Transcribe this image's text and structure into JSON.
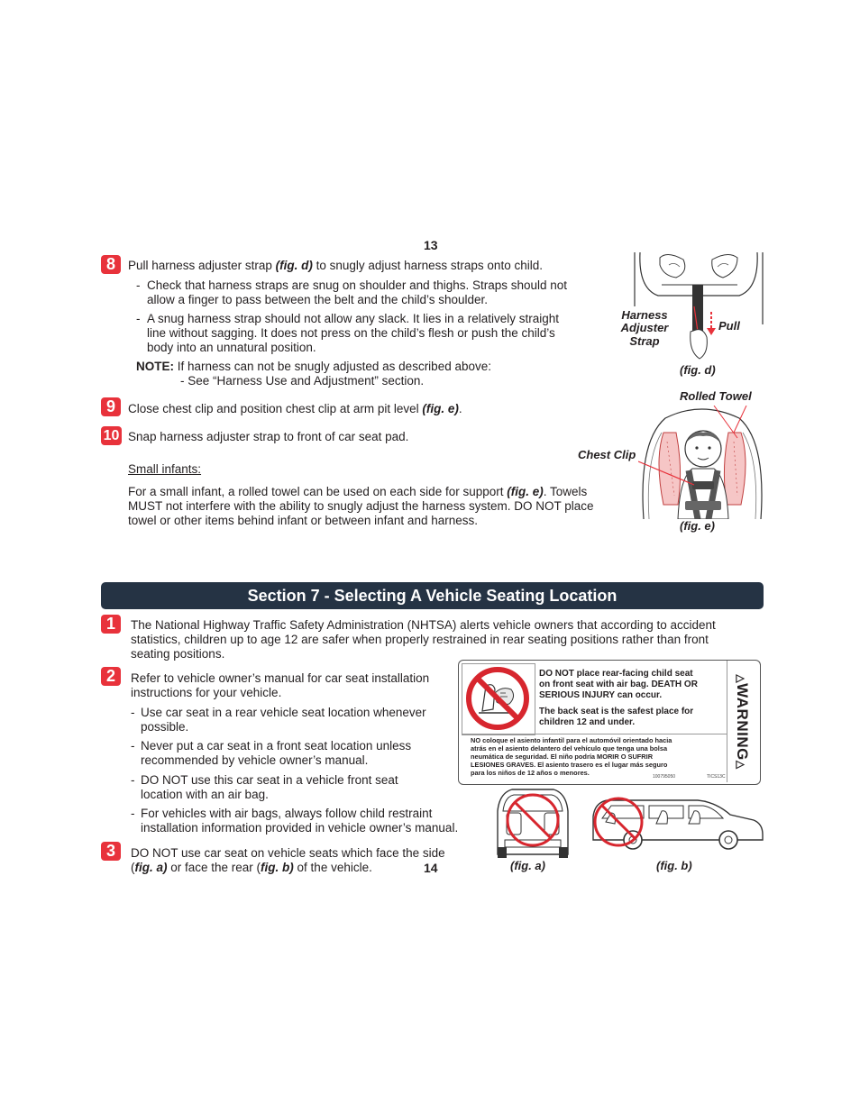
{
  "page_top": {
    "number": "13",
    "step8": {
      "badge": "8",
      "text_a": "Pull harness adjuster strap ",
      "text_fig": "(fig. d)",
      "text_b": " to snugly adjust harness straps onto child.",
      "bullets": [
        {
          "dash": "-",
          "line1": "Check that harness straps are snug on shoulder and thighs. Straps should not",
          "line2": "allow a finger to pass between the belt and the child’s shoulder."
        },
        {
          "dash": "-",
          "line1": "A snug harness strap should not allow any slack. It lies in a relatively straight",
          "line2": "line without sagging. It does not press on the child’s flesh or push the child’s",
          "line3": "body into an unnatural position."
        }
      ],
      "note_label": "NOTE:",
      "note_text": "If harness can not be snugly adjusted as described above:",
      "note_sub": "- See “Harness Use and Adjustment” section."
    },
    "step9": {
      "badge": "9",
      "text_a": "Close chest clip and position chest clip at arm pit level ",
      "text_fig": "(fig. e)",
      "text_b": "."
    },
    "step10": {
      "badge": "10",
      "text": "Snap harness adjuster strap to front of car seat pad."
    },
    "small_infants_heading": "Small infants:",
    "small_infants": {
      "line1_a": "For a small infant, a rolled towel can be used on each side for support ",
      "line1_fig": "(fig. e)",
      "line1_b": ". Towels",
      "line2": "MUST not interfere with the ability to snugly adjust the harness system. DO NOT place",
      "line3": "towel or other items behind infant or between infant and harness."
    },
    "fig_d": {
      "label_harness": "Harness",
      "label_adjuster": "Adjuster",
      "label_strap": "Strap",
      "label_pull": "Pull",
      "caption": "(fig. d)"
    },
    "fig_e": {
      "label_towel": "Rolled Towel",
      "label_clip": "Chest Clip",
      "caption": "(fig. e)"
    }
  },
  "page_bottom": {
    "number": "14",
    "section_title": "Section 7 - Selecting A Vehicle Seating Location",
    "step1": {
      "badge": "1",
      "line1": "The National Highway Traffic Safety Administration (NHTSA) alerts vehicle owners that according to accident",
      "line2": "statistics, children up to age 12 are safer when properly restrained in rear seating positions rather than front",
      "line3": "seating positions."
    },
    "step2": {
      "badge": "2",
      "line1": "Refer to vehicle owner’s manual for car seat installation",
      "line2": "instructions for your vehicle.",
      "bullets": [
        {
          "dash": "-",
          "line1": "Use car seat in a rear vehicle seat location whenever",
          "line2": "possible."
        },
        {
          "dash": "-",
          "line1": "Never put a car seat in a front seat location unless",
          "line2": "recommended by vehicle owner’s manual."
        },
        {
          "dash": "-",
          "line1": "DO NOT use this car seat in a vehicle front seat",
          "line2": "location with an air bag."
        },
        {
          "dash": "-",
          "line1": "For vehicles with air bags, always follow child restraint",
          "line2": "installation information provided in vehicle owner’s manual."
        }
      ]
    },
    "step3": {
      "badge": "3",
      "line1": "DO NOT use car seat on vehicle seats which face the side",
      "line2_a": "(",
      "line2_fig_a": "fig. a)",
      "line2_b": " or face the rear (",
      "line2_fig_b": "fig. b)",
      "line2_c": " of the vehicle."
    },
    "warning_label": {
      "en_1": "DO NOT place rear-facing child seat",
      "en_2": "on front seat with air bag.  DEATH OR",
      "en_3": "SERIOUS INJURY can occur.",
      "en_4": "The back seat is the safest place for",
      "en_5": "children 12 and under.",
      "es_1": "NO coloque el asiento infantil para el automóvil orientado hacia",
      "es_2": "atrás en el asiento delantero del vehículo que tenga una bolsa",
      "es_3": "neumática de seguridad.  El niño podría MORIR O SUFRIR",
      "es_4": "LESIONES GRAVES. El asiento trasero es el lugar más seguro",
      "es_5": "para los niños de 12 años o menores.",
      "code_left": "100795050",
      "code_right": "TICS13C",
      "warning_word": "WARNING"
    },
    "fig_a_caption": "(fig. a)",
    "fig_b_caption": "(fig. b)"
  },
  "colors": {
    "badge_red": "#e8323b",
    "banner_navy": "#253344",
    "prohibition_red": "#d7262e",
    "towel_pink": "#f6c6c6"
  }
}
